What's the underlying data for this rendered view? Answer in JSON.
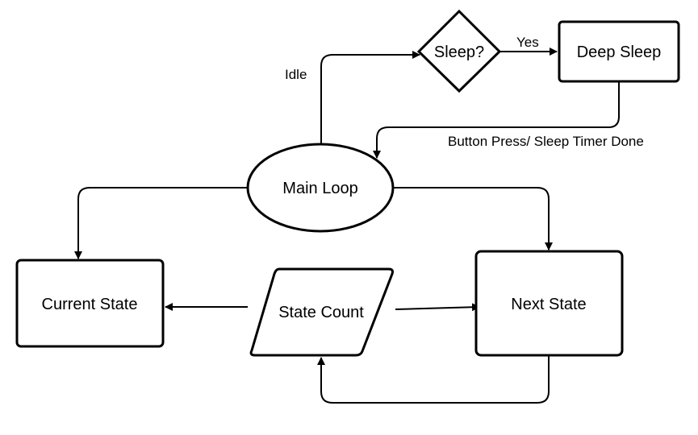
{
  "diagram": {
    "nodes": {
      "sleep_decision": {
        "label": "Sleep?",
        "shape": "diamond"
      },
      "deep_sleep": {
        "label": "Deep Sleep",
        "shape": "rounded-rectangle"
      },
      "main_loop": {
        "label": "Main Loop",
        "shape": "ellipse"
      },
      "current_state": {
        "label": "Current State",
        "shape": "rounded-rectangle"
      },
      "state_count": {
        "label": "State Count",
        "shape": "parallelogram"
      },
      "next_state": {
        "label": "Next State",
        "shape": "rounded-rectangle"
      }
    },
    "edges": {
      "main_to_sleep": {
        "from": "Main Loop",
        "to": "Sleep?",
        "label": "Idle"
      },
      "sleep_to_deep": {
        "from": "Sleep?",
        "to": "Deep Sleep",
        "label": "Yes"
      },
      "deep_to_main": {
        "from": "Deep Sleep",
        "to": "Main Loop",
        "label": "Button Press/ Sleep Timer Done"
      },
      "main_to_current": {
        "from": "Main Loop",
        "to": "Current State",
        "label": ""
      },
      "main_to_next": {
        "from": "Main Loop",
        "to": "Next State",
        "label": ""
      },
      "count_to_current": {
        "from": "State Count",
        "to": "Current State",
        "label": ""
      },
      "count_to_next": {
        "from": "State Count",
        "to": "Next State",
        "label": ""
      },
      "next_to_count": {
        "from": "Next State",
        "to": "State Count",
        "label": ""
      }
    },
    "colors": {
      "stroke": "#000000",
      "fill": "#ffffff"
    }
  }
}
